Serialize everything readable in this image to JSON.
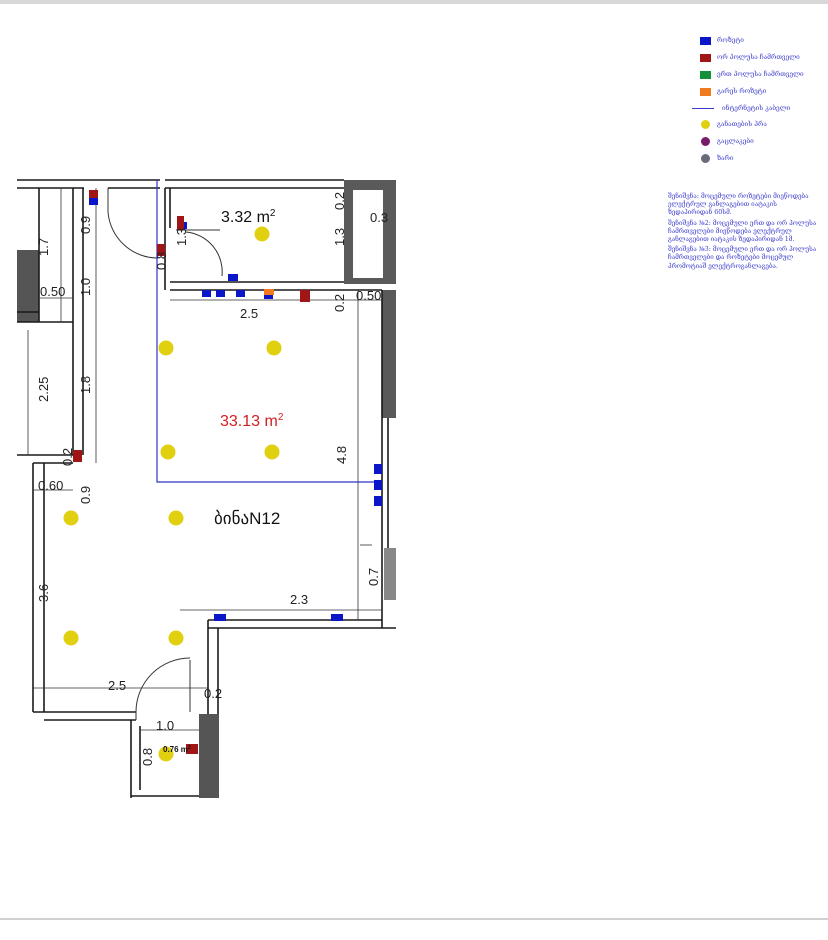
{
  "legend": {
    "items": [
      {
        "label": "როზეტი",
        "color": "#0a16c8",
        "kind": "square"
      },
      {
        "label": "ორ პოლუსა ჩამრთველი",
        "color": "#a01515",
        "kind": "square"
      },
      {
        "label": "ერთ პოლუსა ჩამრთველი",
        "color": "#14903a",
        "kind": "square"
      },
      {
        "label": "გარეს როზეტი",
        "color": "#f07a20",
        "kind": "square"
      },
      {
        "label": "ინტერნეტის კაბელი",
        "color": "#3a3acc",
        "kind": "line"
      },
      {
        "label": "განათების პრა",
        "color": "#e0d010",
        "kind": "dot"
      },
      {
        "label": "გაცლაკები",
        "color": "#7a1a6a",
        "kind": "dot"
      },
      {
        "label": "ზარი",
        "color": "#6a6a78",
        "kind": "dot"
      }
    ]
  },
  "notes": [
    "შენიშვნა: მოცემული როზეტები მიეწოდება ელექტრულ განლაგებით იატაკის ზედაპირიდან 60სმ.",
    "შენიშვნა №2: მოცემული ერთ და ორ პოლუსა ჩამრთველები მიეწოდება ელექტრულ განლაგებით იატაკის ზედაპირიდან 1მ.",
    "შენიშვნა №3: მოცემული ერთ და ორ პოლუსა ჩამრთველები და როზეტები მოცემულ პრომოტიაშ ელექტროგანლაგება."
  ],
  "plan": {
    "apartment_label": "ბინაN12",
    "areas": [
      {
        "value": "3.32 m",
        "sup": "2",
        "color": "#111111"
      },
      {
        "value": "33.13 m",
        "sup": "2",
        "color": "#d02020"
      },
      {
        "value": "0.76 m",
        "sup": "2",
        "color": "#111111"
      }
    ],
    "dimensions": [
      "0.9",
      "1.7",
      "0.8",
      "1.3",
      "0.3",
      "0.2",
      "1.3",
      "0.50",
      "1.0",
      "2.5",
      "0.2",
      "0.50",
      "2.25",
      "1.8",
      "0.2",
      "4.8",
      "0.60",
      "0.9",
      "3.6",
      "0.7",
      "2.3",
      "2.5",
      "0.2",
      "1.0",
      "0.8"
    ]
  }
}
